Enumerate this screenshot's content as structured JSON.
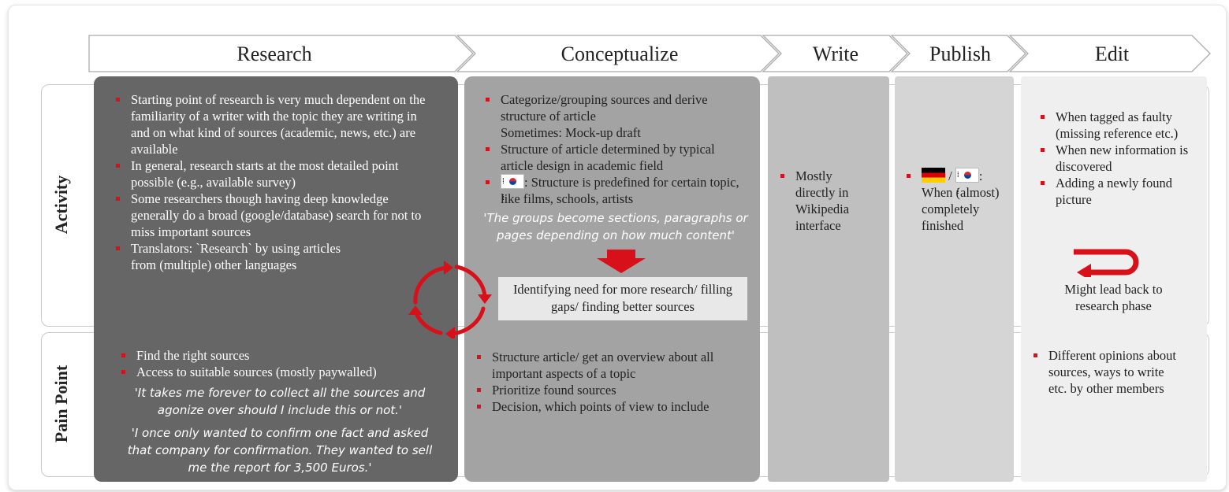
{
  "phases": [
    "Research",
    "Conceptualize",
    "Write",
    "Publish",
    "Edit"
  ],
  "rows": {
    "activity": "Activity",
    "pain_point": "Pain Point"
  },
  "activity": {
    "research": [
      "Starting point of research is very much dependent on the familiarity of a writer with the topic they are writing in and on what kind of sources (academic, news, etc.) are available",
      "In general, research starts at the most detailed point possible (e.g., available survey)",
      "Some researchers though having deep knowledge generally do a broad (google/database) search for not to miss important sources",
      "Translators: `Research` by using articles from (multiple) other languages"
    ],
    "conceptualize": {
      "item1": "Categorize/grouping sources and derive structure of article",
      "item1_extra": "Sometimes: Mock-up draft",
      "item2": "Structure of article determined by typical article design in academic field",
      "item3": ": Structure is predefined for certain topic, like films, schools, artists",
      "quote": "'The groups become sections, paragraphs or pages depending on how much content'",
      "gap_box": "Identifying need for more research/ filling gaps/ finding better sources"
    },
    "write": "Mostly directly in Wikipedia interface",
    "publish": {
      "flag_sep": "/",
      "flag_end": ":",
      "text": "When (almost) completely finished"
    },
    "edit": [
      "When tagged as faulty (missing reference etc.)",
      "When new information is discovered",
      "Adding a newly found picture"
    ],
    "edit_note": "Might lead back to research phase"
  },
  "pain_point": {
    "research": [
      "Find the right sources",
      "Access to suitable sources (mostly paywalled)"
    ],
    "research_quote1": "'It takes me forever to collect all the sources and agonize over should I include this or not.'",
    "research_quote2": "'I once only wanted to confirm one fact and asked that company for confirmation. They wanted to sell me the report for 3,500 Euros.'",
    "conceptualize": [
      "Structure article/ get an overview about all important aspects of a topic",
      "Prioritize found sources",
      "Decision, which points of view to include"
    ],
    "edit": [
      "Different opinions about sources, ways to write etc. by other members"
    ]
  },
  "colors": {
    "accent": "#d8101a",
    "research": "#666666",
    "conceptualize": "#a3a3a3",
    "write": "#bfbfbf",
    "publish": "#d5d5d5",
    "edit": "#efefef"
  },
  "icons": [
    "cycle-arrows-icon",
    "down-arrow-icon",
    "return-arrow-icon",
    "german-flag-icon",
    "korean-flag-icon"
  ]
}
